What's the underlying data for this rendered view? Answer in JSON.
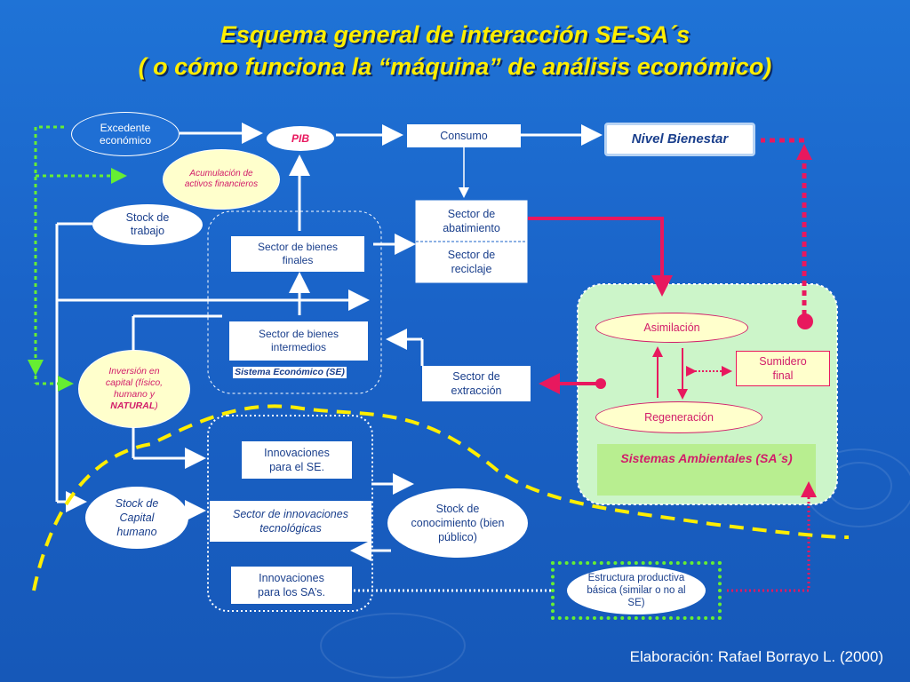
{
  "title": {
    "line1": "Esquema general de interacción SE-SA´s",
    "line2": "( o cómo funciona la “máquina” de análisis económico)"
  },
  "nodes": {
    "excedente": "Excedente económico",
    "pib": "PIB",
    "consumo": "Consumo",
    "nivel_bienestar": "Nivel Bienestar",
    "acumulacion": "Acumulación de activos financieros",
    "stock_trabajo": "Stock de trabajo",
    "sector_bienes_finales": "Sector de bienes finales",
    "sector_abatimiento": "Sector de abatimiento",
    "sector_reciclaje": "Sector de reciclaje",
    "sector_bienes_intermedios": "Sector de bienes intermedios",
    "sistema_economico": "Sistema Económico (SE)",
    "sector_extraccion": "Sector de extracción",
    "asimilacion": "Asimilación",
    "sumidero_final": "Sumidero final",
    "regeneracion": "Regeneración",
    "sistemas_ambientales": "Sistemas Ambientales (SA´s)",
    "inversion_capital": "Inversión en capital (físico, humano y",
    "inversion_natural": "NATURAL",
    "innovaciones_se": "Innovaciones para el SE.",
    "stock_capital_humano": "Stock de Capital humano",
    "sector_innovaciones": "Sector de innovaciones tecnológicas",
    "stock_conocimiento": "Stock de conocimiento (bien público)",
    "innovaciones_sas": "Innovaciones para los SA’s.",
    "estructura_productiva": "Estructura productiva básica (similar o no al SE)"
  },
  "credit": "Elaboración: Rafael Borrayo L. (2000)",
  "colors": {
    "background": "#1a63c8",
    "title": "#ffee00",
    "magenta": "#e8185e",
    "green_dotted": "#66ee33",
    "yellow_dashed": "#ffee00",
    "ambient_region": "#ccf5c9"
  }
}
